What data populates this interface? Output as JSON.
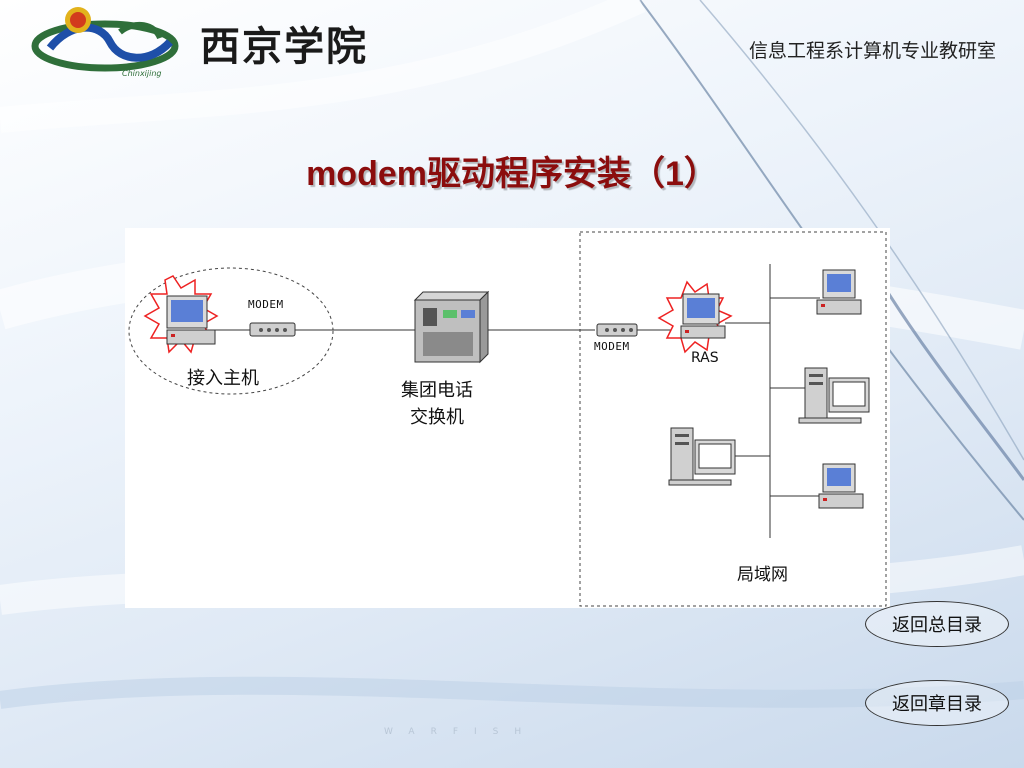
{
  "header": {
    "school_name": "西京学院",
    "logo_text": "Chinxijing",
    "department": "信息工程系计算机专业教研室"
  },
  "slide": {
    "title": "modem驱动程序安装（1）"
  },
  "diagram": {
    "left_modem_label": "MODEM",
    "access_host_label": "接入主机",
    "switch_label_line1": "集团电话",
    "switch_label_line2": "交换机",
    "right_modem_label": "MODEM",
    "ras_label": "RAS",
    "lan_label": "局域网"
  },
  "nav": {
    "total_toc": "返回总目录",
    "chapter_toc": "返回章目录"
  },
  "footer": {
    "watermark": "WARFISH"
  }
}
